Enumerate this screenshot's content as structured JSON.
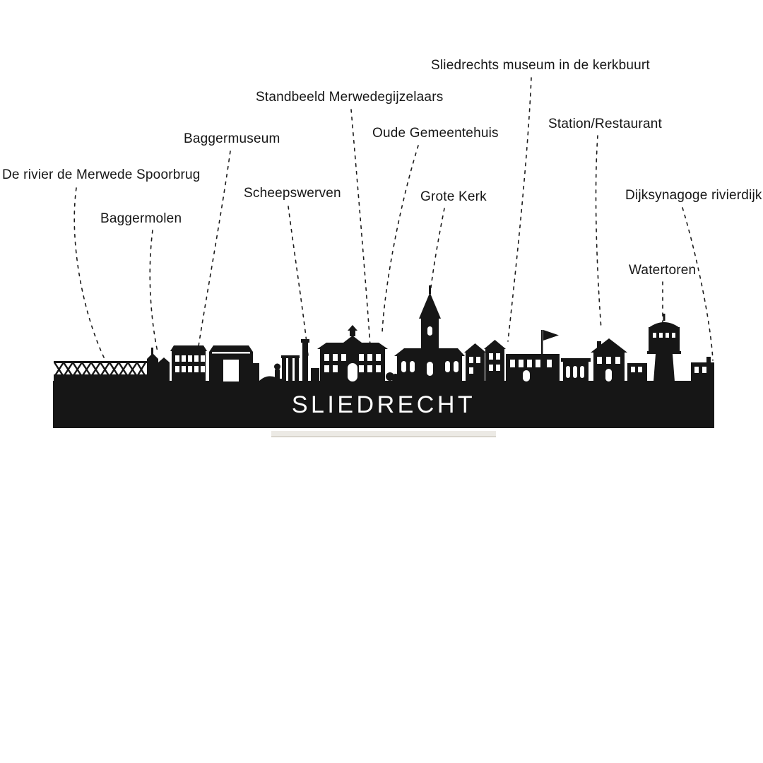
{
  "title": "SLIEDRECHT",
  "colors": {
    "silhouette": "#161616",
    "leader_line": "#1c1c1c",
    "title_text": "#ffffff",
    "stand": "#eceae5",
    "background": "#ffffff"
  },
  "labels": [
    {
      "id": "de-rivier-de-merwede-spoorbrug",
      "text": "De rivier de Merwede Spoorbrug"
    },
    {
      "id": "baggermolen",
      "text": "Baggermolen"
    },
    {
      "id": "baggermuseum",
      "text": "Baggermuseum"
    },
    {
      "id": "scheepswerven",
      "text": "Scheepswerven"
    },
    {
      "id": "standbeeld-merwedegijzelaars",
      "text": "Standbeeld Merwedegijzelaars"
    },
    {
      "id": "oude-gemeentehuis",
      "text": "Oude Gemeentehuis"
    },
    {
      "id": "grote-kerk",
      "text": "Grote Kerk"
    },
    {
      "id": "sliedrechts-museum-in-de-kerkbuurt",
      "text": "Sliedrechts museum in de kerkbuurt"
    },
    {
      "id": "station-restaurant",
      "text": "Station/Restaurant"
    },
    {
      "id": "watertoren",
      "text": "Watertoren"
    },
    {
      "id": "dijksynagoge-rivierdijk",
      "text": "Dijksynagoge rivierdijk"
    }
  ]
}
